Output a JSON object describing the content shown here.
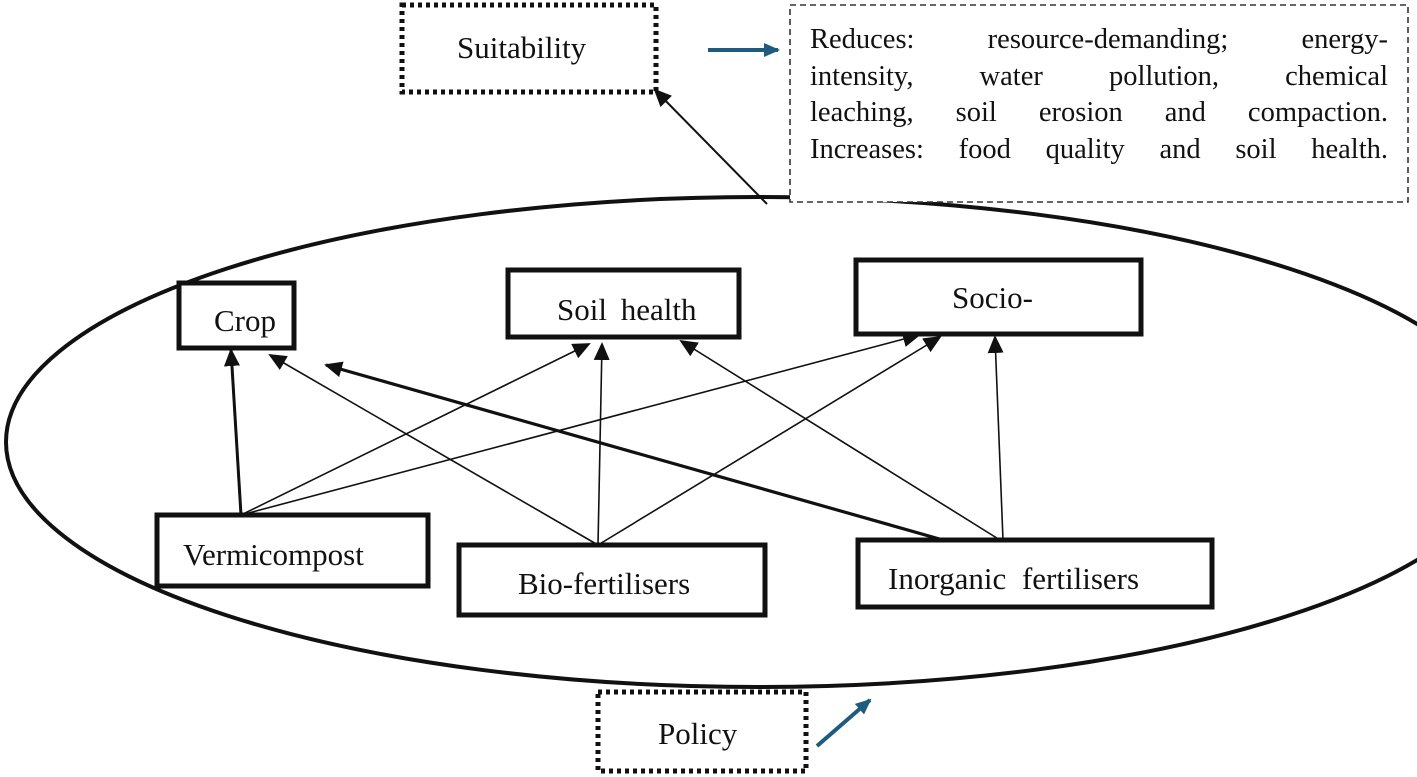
{
  "nodes": {
    "suitability": "Suitability",
    "policy": "Policy",
    "crop": "Crop",
    "soil_health": "Soil health",
    "socio": "Socio-",
    "vermicompost": "Vermicompost",
    "bio_fertilisers": "Bio-fertilisers",
    "inorganic_fertilisers": "Inorganic fertilisers"
  },
  "info_box": {
    "lines": [
      "Reduces: resource-demanding; energy-",
      "intensity, water pollution, chemical",
      "leaching, soil erosion and compaction.",
      "Increases: food quality and soil health."
    ]
  },
  "colors": {
    "ink": "#111111",
    "accent_arrow": "#1f5a80",
    "background": "#ffffff"
  },
  "edges": [
    {
      "from": "vermicompost",
      "to": "crop"
    },
    {
      "from": "vermicompost",
      "to": "soil_health"
    },
    {
      "from": "vermicompost",
      "to": "socio"
    },
    {
      "from": "bio_fertilisers",
      "to": "crop"
    },
    {
      "from": "bio_fertilisers",
      "to": "soil_health"
    },
    {
      "from": "bio_fertilisers",
      "to": "socio"
    },
    {
      "from": "inorganic_fertilisers",
      "to": "crop"
    },
    {
      "from": "inorganic_fertilisers",
      "to": "soil_health"
    },
    {
      "from": "inorganic_fertilisers",
      "to": "socio"
    },
    {
      "from": "system",
      "to": "suitability"
    }
  ]
}
